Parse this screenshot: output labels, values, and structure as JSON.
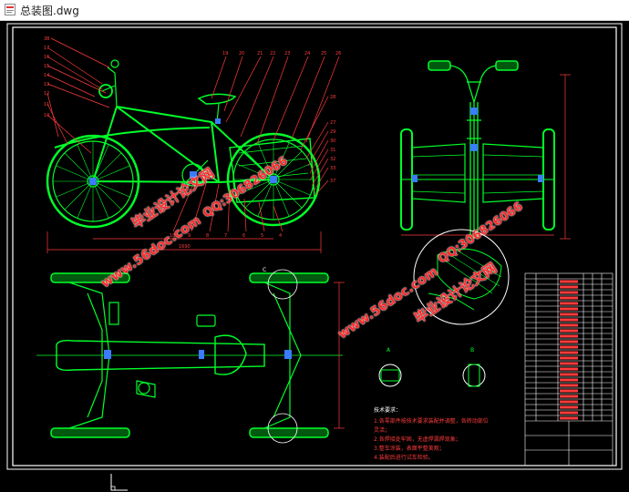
{
  "window": {
    "title": "总装图.dwg"
  },
  "watermarks": [
    {
      "text": "毕业设计论文网"
    },
    {
      "text": "www.56doc.com"
    },
    {
      "text": "QQ:306826066"
    },
    {
      "text": "毕业设计论文网"
    },
    {
      "text": "www.56doc.com"
    },
    {
      "text": "QQ:306826066"
    }
  ],
  "tech_requirements": {
    "heading": "技术要求：",
    "lines": [
      "1.各零部件按技术要求装配并调整，各转动部位",
      "灵活；",
      "2.各焊接处牢固，无虚焊漏焊现象；",
      "3.整车涂装，表面平整美观；",
      "4.装配后进行试车检验。"
    ]
  },
  "section_labels": [
    "A",
    "B",
    "C"
  ],
  "colors": {
    "frame": "#00ff2a",
    "dim": "#ff3b3b",
    "border": "#ffffff",
    "detail": "#3a7bff",
    "accent": "#ffff00"
  }
}
